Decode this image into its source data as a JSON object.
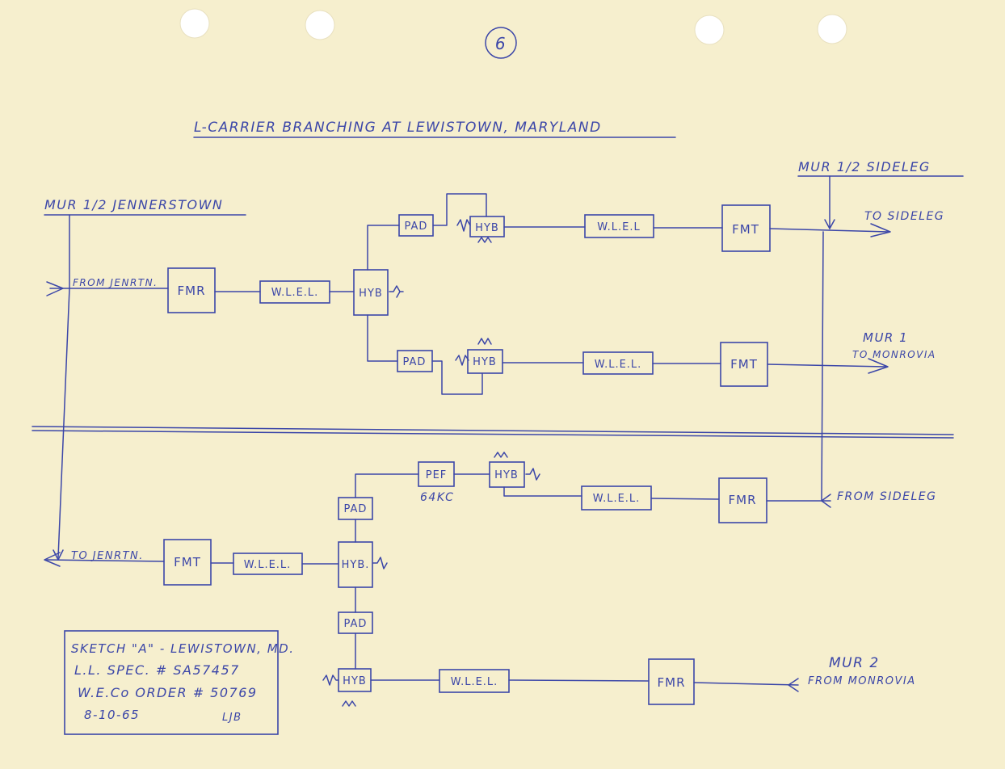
{
  "page_number": "6",
  "title": "L-CARRIER BRANCHING AT LEWISTOWN, MARYLAND",
  "mur_jennerstown": "MUR 1/2 JENNERSTOWN",
  "mur_sideleg": "MUR 1/2 SIDELEG",
  "from_jenrtn": "FROM JENRTN.",
  "to_jenrtn": "TO JENRTN.",
  "to_sideleg": "TO SIDELEG",
  "mur1": "MUR 1",
  "to_monrovia": "TO MONROVIA",
  "from_sideleg": "FROM SIDELEG",
  "mur2": "MUR 2",
  "from_monrovia": "FROM MONROVIA",
  "blocks": {
    "fmr": "FMR",
    "fmt": "FMT",
    "wlel_a": "W.L.E.L.",
    "wlel_b": "W.L.E.L",
    "hyb": "HYB",
    "hyb_dot": "HYB.",
    "pad": "PAD",
    "pef": "PEF",
    "pef_freq": "64KC"
  },
  "sketch_note": {
    "line1": "SKETCH \"A\" - LEWISTOWN, MD.",
    "line2": "L.L. SPEC. # SA57457",
    "line3": "W.E.Co ORDER # 50769",
    "line4_date": "8-10-65",
    "line4_initials": "LJB"
  }
}
